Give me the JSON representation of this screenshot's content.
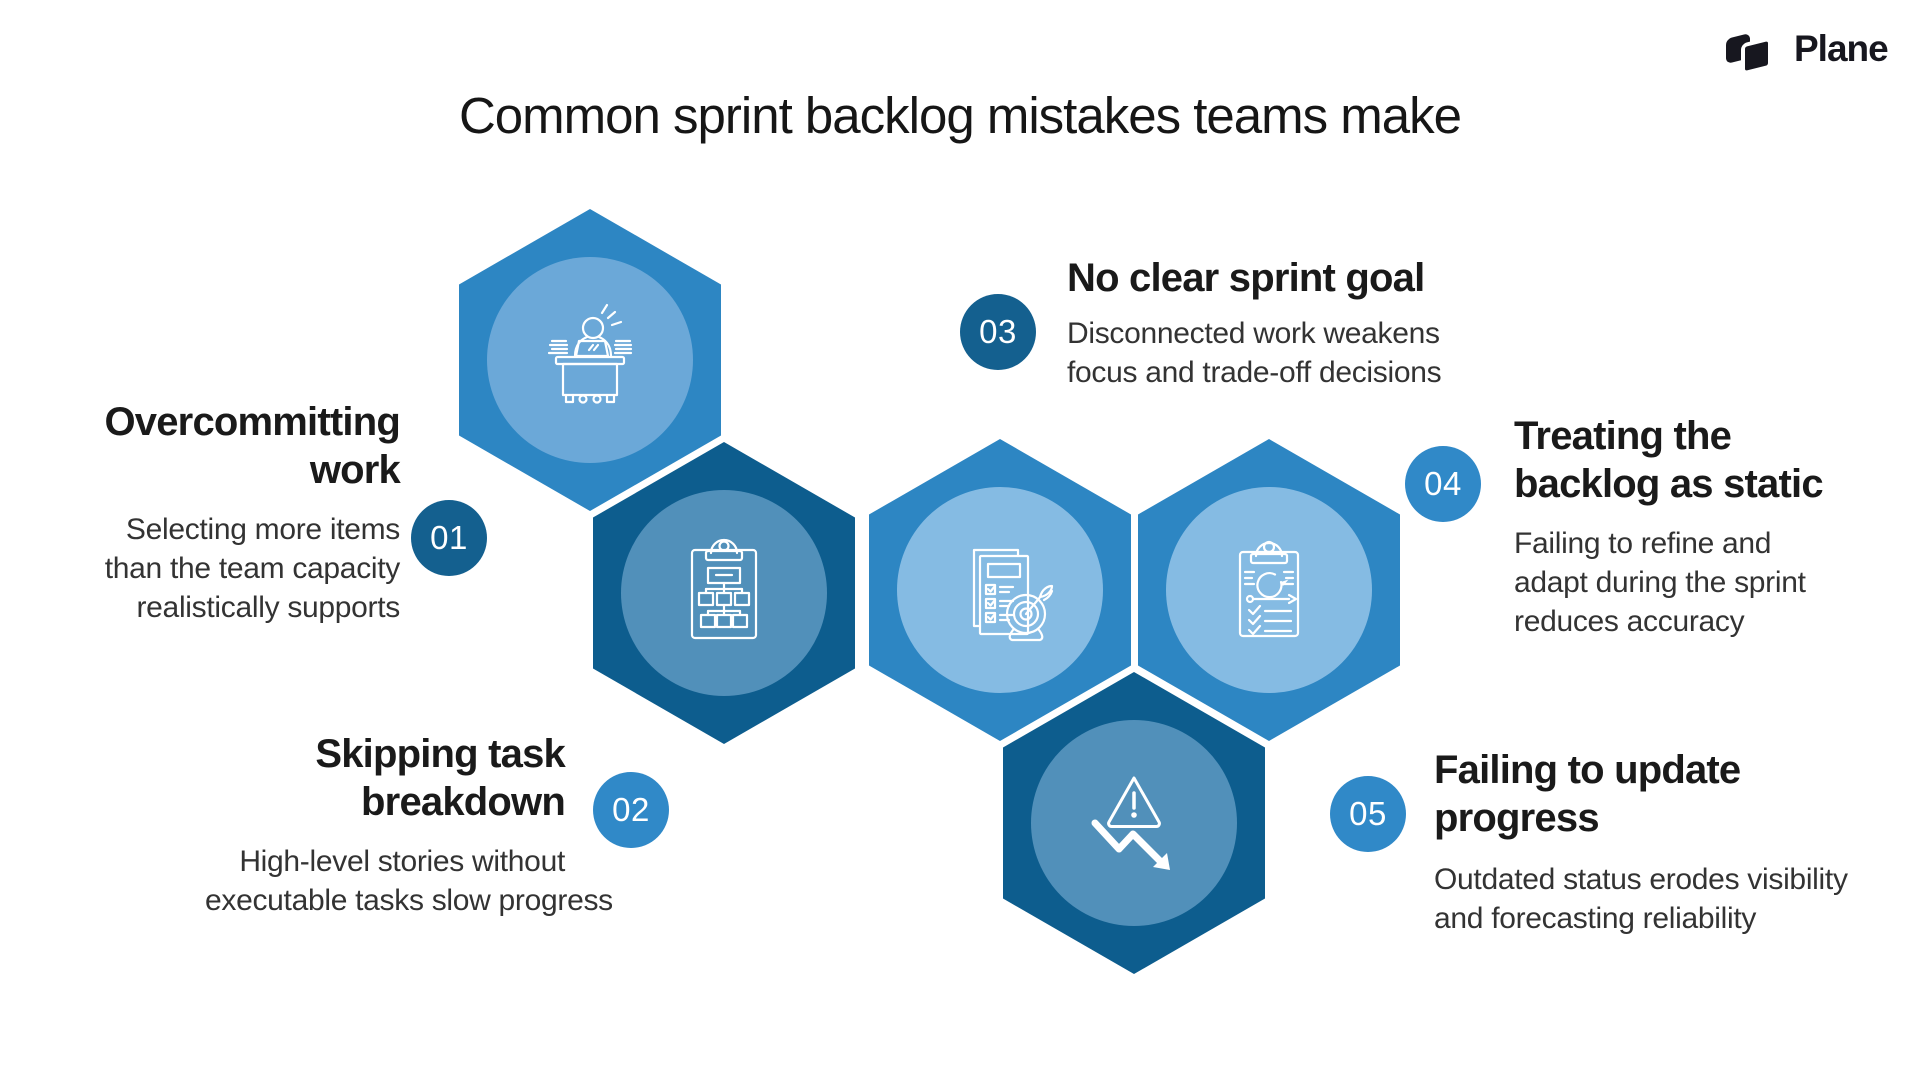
{
  "page": {
    "title": "Common sprint backlog mistakes teams make",
    "background": "#ffffff"
  },
  "logo": {
    "brand": "Plane"
  },
  "colors": {
    "hex_medium_blue": "#2d86c3",
    "hex_dark_blue": "#0d5d8e",
    "inner_circle_light": "#6ba8d8",
    "inner_circle_lighter": "#85bbe3",
    "inner_circle_muted": "#5190ba",
    "badge_dark": "#14608f",
    "badge_light": "#3089c8",
    "heading_text": "#1a1a1a",
    "body_text": "#333333",
    "icon_stroke": "#ffffff",
    "logo_color": "#17171f"
  },
  "items": [
    {
      "number": "01",
      "title": "Overcommitting work",
      "title_lines": [
        "Overcommitting",
        "work"
      ],
      "description": "Selecting more items than the team capacity realistically supports",
      "desc_lines": [
        "Selecting more items",
        "than the team capacity",
        "realistically supports"
      ],
      "icon": "overworked-person-at-desk"
    },
    {
      "number": "02",
      "title": "Skipping task breakdown",
      "title_lines": [
        "Skipping task",
        "breakdown"
      ],
      "description": "High-level stories without executable tasks slow progress",
      "desc_lines": [
        "High-level stories without",
        "executable tasks slow progress"
      ],
      "icon": "org-chart-clipboard"
    },
    {
      "number": "03",
      "title": "No clear sprint goal",
      "title_lines": [
        "No clear sprint goal"
      ],
      "description": "Disconnected work weakens focus and trade-off decisions",
      "desc_lines": [
        "Disconnected work weakens",
        "focus and trade-off decisions"
      ],
      "icon": "checklist-with-target"
    },
    {
      "number": "04",
      "title": "Treating the backlog as static",
      "title_lines": [
        "Treating the",
        "backlog as static"
      ],
      "description": "Failing to refine and adapt during the sprint reduces accuracy",
      "desc_lines": [
        "Failing to refine and",
        "adapt during the sprint",
        "reduces accuracy"
      ],
      "icon": "refine-cycle-clipboard"
    },
    {
      "number": "05",
      "title": "Failing to update progress",
      "title_lines": [
        "Failing to update",
        "progress"
      ],
      "description": "Outdated status erodes visibility and forecasting reliability",
      "desc_lines": [
        "Outdated status erodes visibility",
        "and forecasting reliability"
      ],
      "icon": "warning-decline-arrow"
    }
  ]
}
